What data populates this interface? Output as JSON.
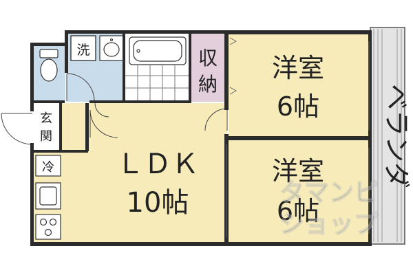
{
  "rooms": {
    "laundry": "洗",
    "storage_line1": "収",
    "storage_line2": "納",
    "entrance_line1": "玄",
    "entrance_line2": "関",
    "fridge": "冷",
    "ldk_line1": "ＬＤＫ",
    "ldk_line2": "10帖",
    "western_top_line1": "洋室",
    "western_top_line2": "6帖",
    "western_bottom_line1": "洋室",
    "western_bottom_line2": "6帖",
    "veranda": "ベランダ"
  },
  "watermark": {
    "line1": "タマンピ",
    "line2": "ショップ"
  },
  "colors": {
    "room_fill": "#f6ebb9",
    "wet_area_fill": "#c9dcec",
    "storage_fill": "#e2cfdb",
    "veranda_fill": "#e4e4e4",
    "wall": "#2b2b2b"
  }
}
